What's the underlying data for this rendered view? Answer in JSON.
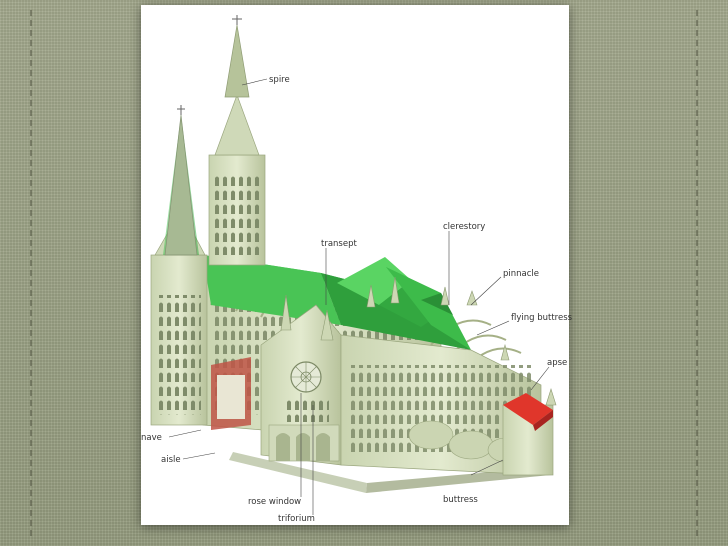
{
  "diagram": {
    "labels": {
      "spire": "spire",
      "transept": "transept",
      "clerestory": "clerestory",
      "pinnacle": "pinnacle",
      "flying_buttress": "flying buttress",
      "apse": "apse",
      "nave": "nave",
      "aisle": "aisle",
      "rose_window": "rose window",
      "triforium": "triforium",
      "buttress": "buttress"
    },
    "colors": {
      "background": "#9aa184",
      "stone": "#dfe7cc",
      "stone_shadow": "#b5c09a",
      "roof_green": "#4fcf59",
      "roof_green_dark": "#38a844",
      "apse_roof": "#e0362b"
    }
  }
}
